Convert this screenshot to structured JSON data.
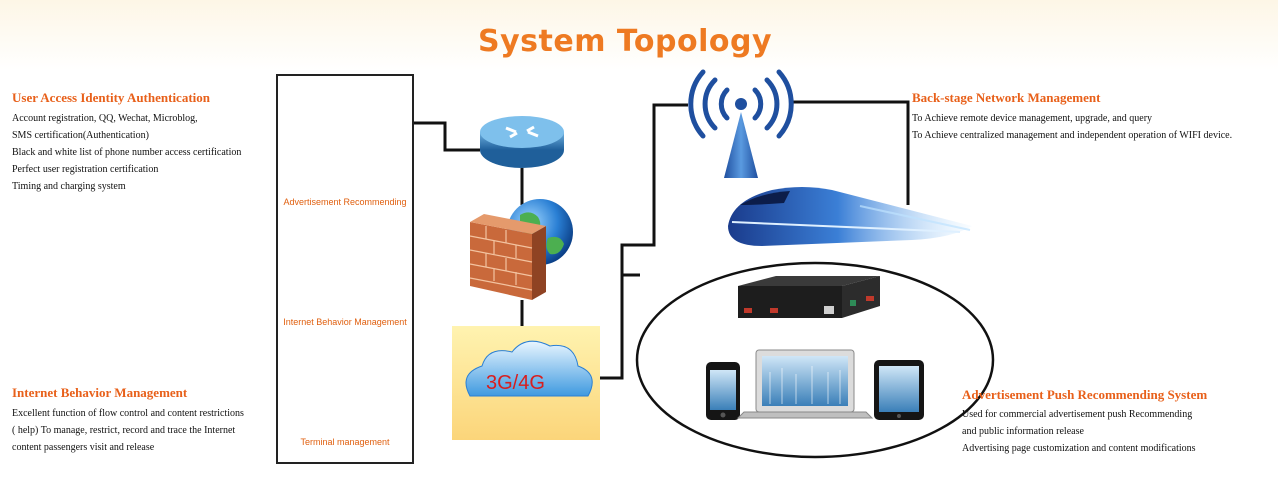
{
  "title": "System Topology",
  "user_access": {
    "heading": "User Access Identity Authentication",
    "lines": [
      "Account registration, QQ, Wechat, Microblog,",
      "SMS certification(Authentication)",
      "Black and white list of phone number access certification",
      "Perfect user registration certification",
      "Timing and charging system"
    ]
  },
  "internet_behavior": {
    "heading": "Internet Behavior Management",
    "lines": [
      "Excellent function of flow control and content restrictions",
      "( help) To manage, restrict, record and trace the Internet",
      "content passengers visit and release"
    ]
  },
  "servers": [
    {
      "label": "Advertisement Recommending",
      "icon": "server-globe-icon"
    },
    {
      "label": "Internet Behavior Management",
      "icon": "server-globe-icon"
    },
    {
      "label": "Terminal management",
      "icon": "server-globe-icon"
    }
  ],
  "network": {
    "cloud_label": "3G/4G",
    "router_icon": "router-icon",
    "firewall_icon": "firewall-icon",
    "globe_icon": "globe-icon",
    "antenna_icon": "wifi-antenna-icon",
    "train_icon": "high-speed-train-icon"
  },
  "back_stage": {
    "heading": "Back-stage Network Management",
    "lines": [
      "To  Achieve remote device management, upgrade, and query",
      "To  Achieve centralized management and independent operation of WIFI device."
    ]
  },
  "ad_push": {
    "heading": "Advertisement Push Recommending System",
    "lines": [
      "Used for commercial advertisement push Recommending",
      "and public information release",
      "Advertising page customization and content modifications"
    ]
  },
  "devices": [
    "wifi-device-icon",
    "smartphone-icon",
    "laptop-icon",
    "tablet-icon"
  ],
  "colors": {
    "accent": "#ee7a22",
    "heading": "#e8601a",
    "cloud_text": "#d81e1e",
    "line": "#111111"
  }
}
